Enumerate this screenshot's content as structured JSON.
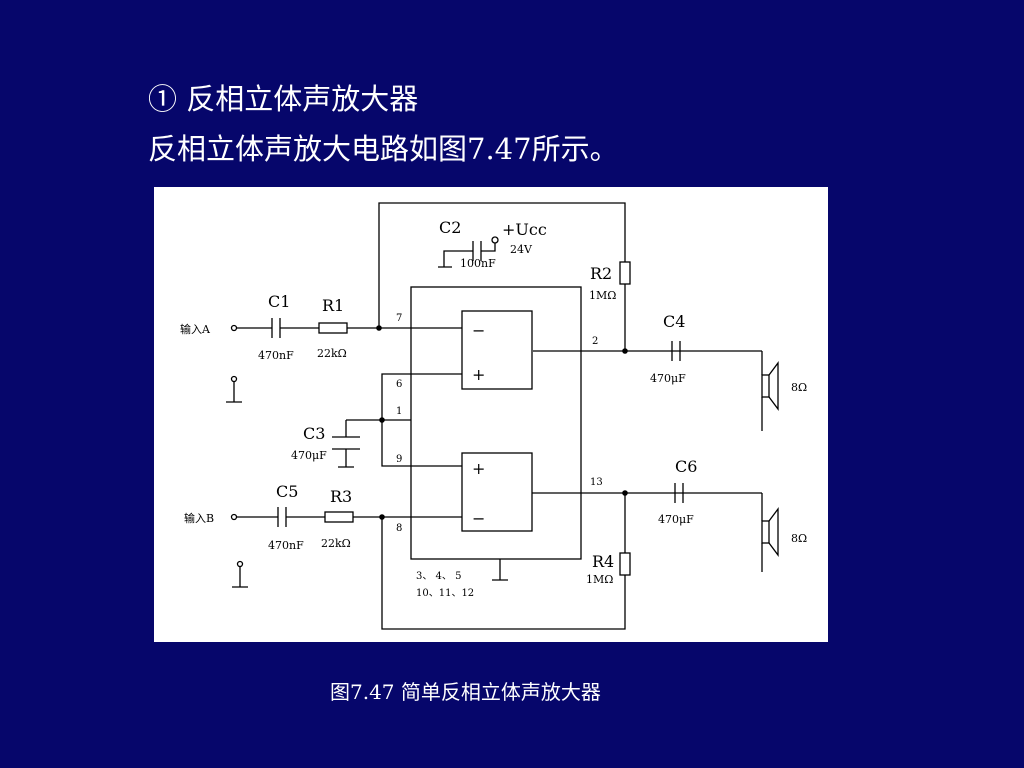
{
  "slide": {
    "heading": "① 反相立体声放大器",
    "subheading": "反相立体声放大电路如图7.47所示。",
    "caption": "图7.47 简单反相立体声放大器"
  },
  "diagram": {
    "input_a": "输入A",
    "input_b": "输入B",
    "c1": "C1",
    "c1_value": "470nF",
    "r1": "R1",
    "r1_value": "22kΩ",
    "c2": "C2",
    "c2_value": "100nF",
    "supply": "+Ucc",
    "supply_value": "24V",
    "r2": "R2",
    "r2_value": "1MΩ",
    "c3": "C3",
    "c3_value": "470μF",
    "c4": "C4",
    "c4_value": "470μF",
    "c5": "C5",
    "c5_value": "470nF",
    "r3": "R3",
    "r3_value": "22kΩ",
    "c6": "C6",
    "c6_value": "470μF",
    "r4": "R4",
    "r4_value": "1MΩ",
    "speaker_top": "8Ω",
    "speaker_bottom": "8Ω",
    "pin_7": "7",
    "pin_6": "6",
    "pin_1": "1",
    "pin_9": "9",
    "pin_8": "8",
    "pin_2": "2",
    "pin_13": "13",
    "ground_pins_1": "3、 4、 5",
    "ground_pins_2": "10、11、12",
    "opamp_minus": "−",
    "opamp_plus": "+"
  }
}
